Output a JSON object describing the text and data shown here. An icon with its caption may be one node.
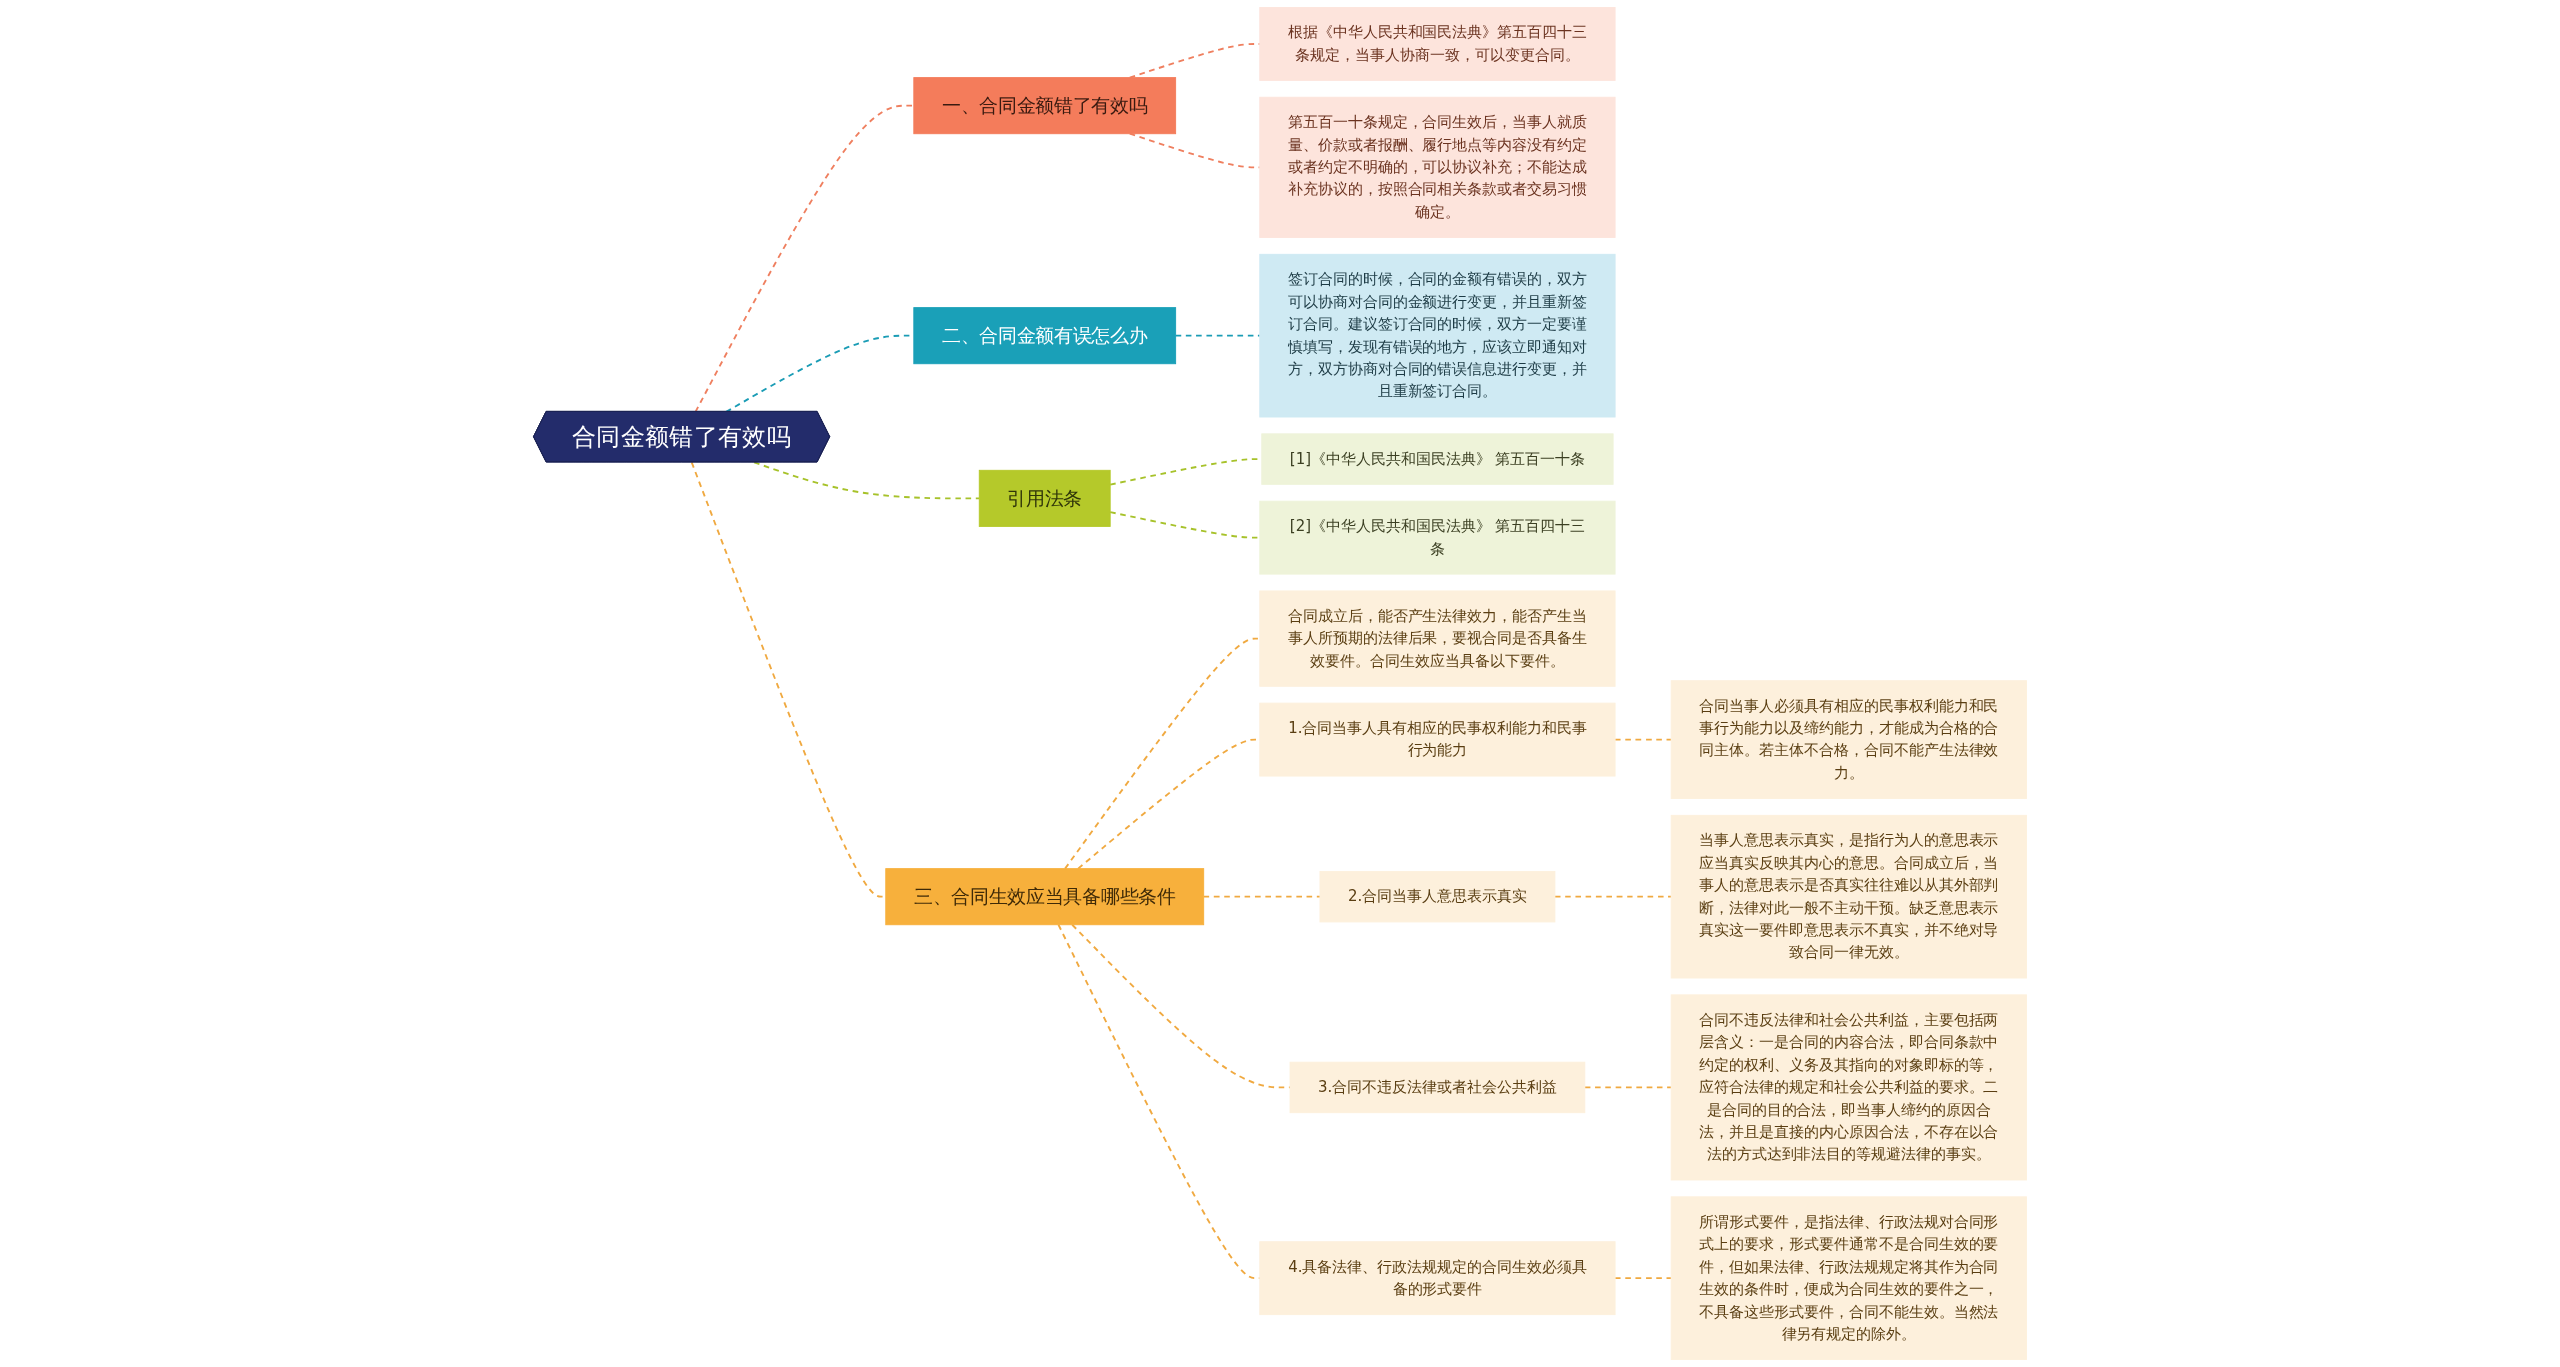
{
  "diagram": {
    "nodes": [
      {
        "text": [
          "合同金额错了有效吗"
        ]
      },
      {
        "text": [
          "一、合同金额错了有效吗"
        ]
      },
      {
        "text": [
          "根据《中华人民共和国民法典》第五百四十三条规定，当事人协商一致，可以变更合同。"
        ]
      },
      {
        "text": [
          "第五百一十条规定，合同生效后，当事人就质量、价款或者报酬、履行地点等内容没有约定或者约定不明确的，可以协议补充；不能达成补充协议的，按照合同相关条款或者交易习惯确定。"
        ]
      },
      {
        "text": [
          "二、合同金额有误怎么办"
        ]
      },
      {
        "text": [
          "签订合同的时候，合同的金额有错误的，双方可以协商对合同的金额进行变更，并且重新签订合同。建议签订合同的时候，双方一定要谨慎填写，发现有错误的地方，应该立即通知对方，双方协商对合同的错误信息进行变更，并且重新签订合同。"
        ]
      },
      {
        "text": [
          "引用法条"
        ]
      },
      {
        "text": [
          "[1]《中华人民共和国民法典》 第五百一十条"
        ]
      },
      {
        "text": [
          "[2]《中华人民共和国民法典》 第五百四十三条"
        ]
      },
      {
        "text": [
          "三、合同生效应当具备哪些条件"
        ]
      },
      {
        "text": [
          "合同成立后，能否产生法律效力，能否产生当事人所预期的法律后果，要视合同是否具备生效要件。合同生效应当具备以下要件。"
        ]
      },
      {
        "text": [
          "1.合同当事人具有相应的民事权利能力和民事行为能力"
        ]
      },
      {
        "text": [
          "合同当事人必须具有相应的民事权利能力和民事行为能力以及缔约能力，才能成为合格的合同主体。若主体不合格，合同不能产生法律效力。"
        ]
      },
      {
        "text": [
          "2.合同当事人意思表示真实"
        ]
      },
      {
        "text": [
          "当事人意思表示真实，是指行为人的意思表示应当真实反映其内心的意思。合同成立后，当事人的意思表示是否真实往往难以从其外部判断，法律对此一般不主动干预。缺乏意思表示真实这一要件即意思表示不真实，并不绝对导致合同一律无效。"
        ]
      },
      {
        "text": [
          "3.合同不违反法律或者社会公共利益"
        ]
      },
      {
        "text": [
          "合同不违反法律和社会公共利益，主要包括两层含义：一是合同的内容合法，即合同条款中约定的权利、义务及其指向的对象即标的等，应符合法律的规定和社会公共利益的要求。二是合同的目的合法，即当事人缔约的原因合法，并且是直接的内心原因合法，不存在以合法的方式达到非法目的等规避法律的事实。"
        ]
      },
      {
        "text": [
          "4.具备法律、行政法规规定的合同生效必须具备的形式要件"
        ]
      },
      {
        "text": [
          "所谓形式要件，是指法律、行政法规对合同形式上的要求，形式要件通常不是合同生效的要件，但如果法律、行政法规规定将其作为合同生效的条件时，便成为合同生效的要件之一，不具备这些形式要件，合同不能生效。当然法律另有规定的除外。"
        ]
      }
    ],
    "edges": [
      {
        "from": 0,
        "to": 1,
        "arrow": "none",
        "style": "dashed",
        "color": "#ef7f5f"
      },
      {
        "from": 1,
        "to": 2,
        "arrow": "none",
        "style": "dashed",
        "color": "#ef7f5f"
      },
      {
        "from": 1,
        "to": 3,
        "arrow": "none",
        "style": "dashed",
        "color": "#ef7f5f"
      },
      {
        "from": 0,
        "to": 4,
        "arrow": "none",
        "style": "dashed",
        "color": "#1a9cb5"
      },
      {
        "from": 4,
        "to": 5,
        "arrow": "none",
        "style": "dashed",
        "color": "#1a9cb5"
      },
      {
        "from": 0,
        "to": 6,
        "arrow": "none",
        "style": "dashed",
        "color": "#a7c22a"
      },
      {
        "from": 6,
        "to": 7,
        "arrow": "none",
        "style": "dashed",
        "color": "#a7c22a"
      },
      {
        "from": 6,
        "to": 8,
        "arrow": "none",
        "style": "dashed",
        "color": "#a7c22a"
      },
      {
        "from": 0,
        "to": 9,
        "arrow": "none",
        "style": "dashed"
      },
      {
        "from": 9,
        "to": 10,
        "arrow": "none",
        "style": "dashed"
      },
      {
        "from": 9,
        "to": 11,
        "arrow": "none",
        "style": "dashed"
      },
      {
        "from": 11,
        "to": 12,
        "arrow": "none",
        "style": "dashed"
      },
      {
        "from": 9,
        "to": 13,
        "arrow": "none",
        "style": "dashed"
      },
      {
        "from": 13,
        "to": 14,
        "arrow": "none",
        "style": "dashed"
      },
      {
        "from": 9,
        "to": 15,
        "arrow": "none",
        "style": "dashed"
      },
      {
        "from": 15,
        "to": 16,
        "arrow": "none",
        "style": "dashed"
      },
      {
        "from": 9,
        "to": 17,
        "arrow": "none",
        "style": "dashed"
      },
      {
        "from": 17,
        "to": 18,
        "arrow": "none",
        "style": "dashed"
      }
    ]
  }
}
